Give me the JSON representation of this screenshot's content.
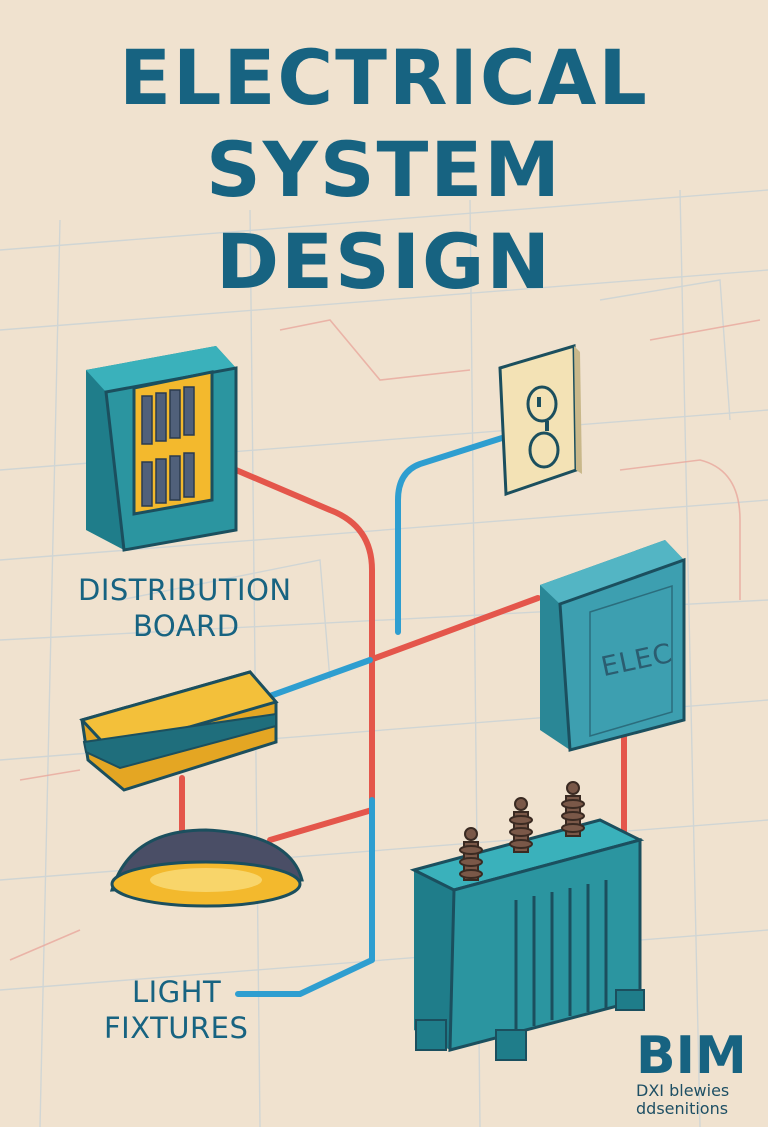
{
  "title": {
    "line1": "ELECTRICAL",
    "line2": "SYSTEM",
    "line3": "DESIGN"
  },
  "labels": {
    "distribution_line1": "DISTRIBUTION",
    "distribution_line2": "BOARD",
    "light_line1": "LIGHT",
    "light_line2": "FIXTURES"
  },
  "panel_text": "ELEC",
  "branding": {
    "logo": "BIM",
    "subtitle_line1": "DXI blewies",
    "subtitle_line2": "ddsenitions"
  },
  "colors": {
    "background": "#f0e2cf",
    "title": "#176381",
    "teal": "#2b95a0",
    "yellow": "#f3b92d",
    "wire_red": "#e4564b",
    "wire_blue": "#2e9ed0"
  }
}
